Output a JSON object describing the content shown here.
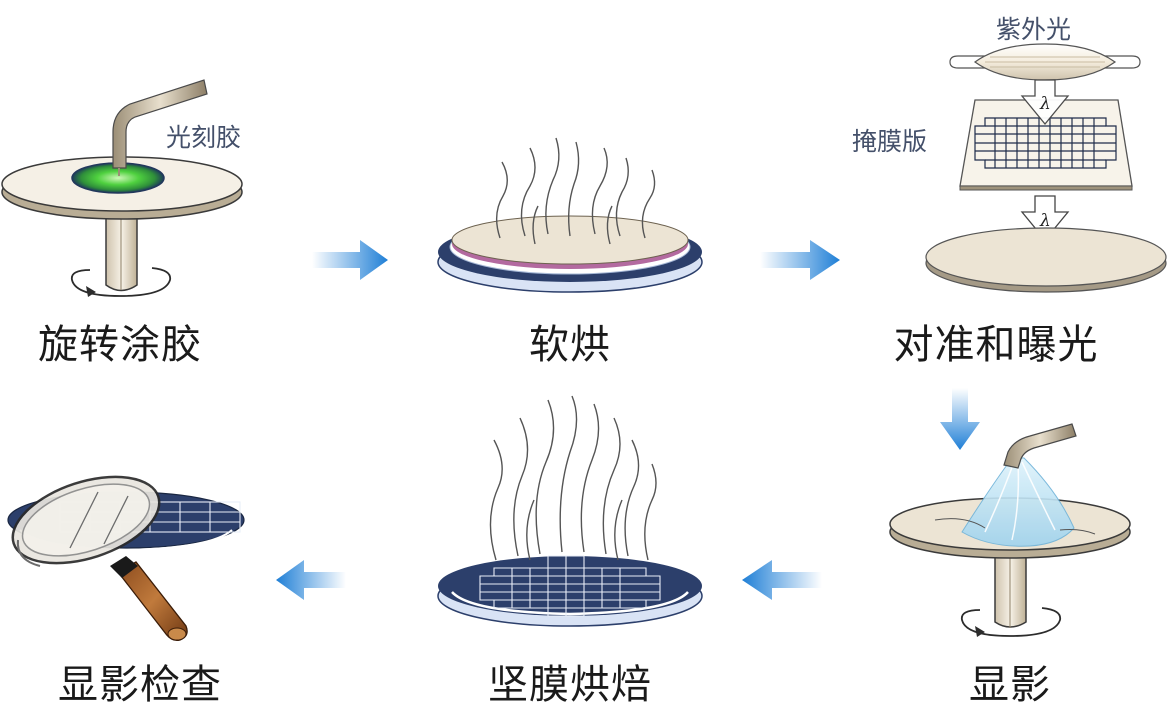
{
  "steps": [
    {
      "id": "spin-coat",
      "label": "旋转涂胶"
    },
    {
      "id": "soft-bake",
      "label": "软烘"
    },
    {
      "id": "align-expose",
      "label": "对准和曝光"
    },
    {
      "id": "develop",
      "label": "显影"
    },
    {
      "id": "hard-bake",
      "label": "坚膜烘焙"
    },
    {
      "id": "inspect",
      "label": "显影检查"
    }
  ],
  "annotations": {
    "photoresist": "光刻胶",
    "uv_light": "紫外光",
    "photomask": "掩膜版",
    "wavelength_symbol": "λ"
  },
  "colors": {
    "arrow": "#1f7fd6",
    "wafer_dark": "#2c3f6b",
    "wafer_light": "#ece4d4",
    "photoresist": "#3fbf2f"
  }
}
